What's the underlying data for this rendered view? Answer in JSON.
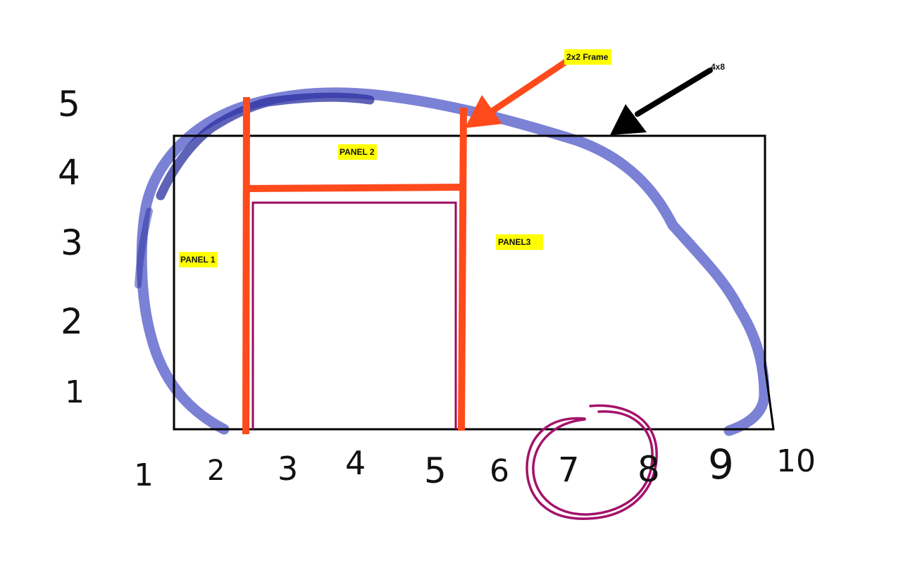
{
  "labels": {
    "panel1": "PANEL 1",
    "panel2": "PANEL 2",
    "panel3": "PANEL3",
    "frame_2x2": "2x2 Frame",
    "frame_4x8": "4x8"
  },
  "axes": {
    "x_ticks": [
      "1",
      "2",
      "3",
      "4",
      "5",
      "6",
      "7",
      "8",
      "9",
      "10"
    ],
    "y_ticks": [
      "5",
      "4",
      "3",
      "2",
      "1"
    ]
  },
  "colors": {
    "outline": "#000000",
    "frame": "#ff4a1c",
    "inner_panel": "#9b0a5e",
    "blob": "#6d73d0",
    "blob_dark": "#2a2fa0",
    "circle": "#a4126b",
    "label_bg": "#ffff00"
  }
}
